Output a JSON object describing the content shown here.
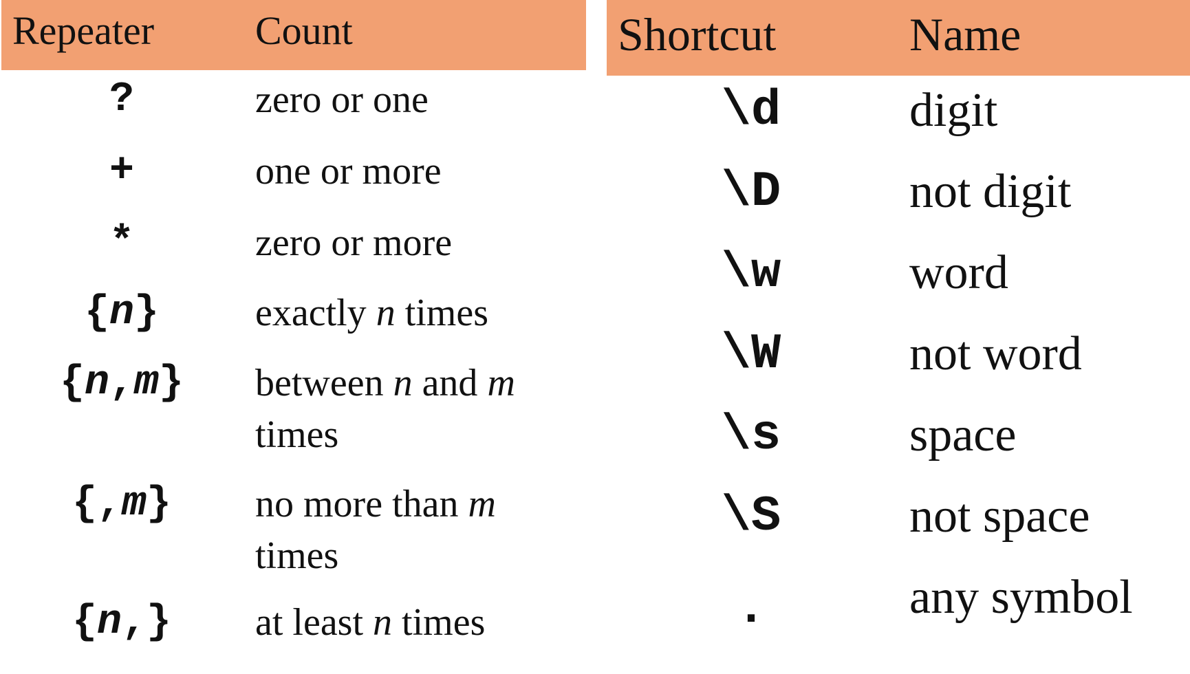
{
  "repeaters": {
    "headers": {
      "symbol": "Repeater",
      "meaning": "Count"
    },
    "rows": [
      {
        "sym_pre": "?",
        "sym_var1": "",
        "sym_mid": "",
        "sym_var2": "",
        "sym_post": "",
        "desc_pre": "zero or one",
        "desc_var1": "",
        "desc_mid": "",
        "desc_var2": "",
        "desc_post": "",
        "desc_line2": ""
      },
      {
        "sym_pre": "+",
        "sym_var1": "",
        "sym_mid": "",
        "sym_var2": "",
        "sym_post": "",
        "desc_pre": "one or more",
        "desc_var1": "",
        "desc_mid": "",
        "desc_var2": "",
        "desc_post": "",
        "desc_line2": ""
      },
      {
        "sym_pre": "*",
        "sym_var1": "",
        "sym_mid": "",
        "sym_var2": "",
        "sym_post": "",
        "desc_pre": "zero or more",
        "desc_var1": "",
        "desc_mid": "",
        "desc_var2": "",
        "desc_post": "",
        "desc_line2": ""
      },
      {
        "sym_pre": "{",
        "sym_var1": "n",
        "sym_mid": "}",
        "sym_var2": "",
        "sym_post": "",
        "desc_pre": "exactly ",
        "desc_var1": "n",
        "desc_mid": " times",
        "desc_var2": "",
        "desc_post": "",
        "desc_line2": ""
      },
      {
        "sym_pre": "{",
        "sym_var1": "n",
        "sym_mid": ",",
        "sym_var2": "m",
        "sym_post": "}",
        "desc_pre": "between ",
        "desc_var1": "n",
        "desc_mid": " and ",
        "desc_var2": "m",
        "desc_post": "",
        "desc_line2": "times"
      },
      {
        "sym_pre": "{,",
        "sym_var1": "m",
        "sym_mid": "}",
        "sym_var2": "",
        "sym_post": "",
        "desc_pre": "no more than ",
        "desc_var1": "m",
        "desc_mid": "",
        "desc_var2": "",
        "desc_post": "",
        "desc_line2": "times"
      },
      {
        "sym_pre": "{",
        "sym_var1": "n",
        "sym_mid": ",}",
        "sym_var2": "",
        "sym_post": "",
        "desc_pre": "at least ",
        "desc_var1": "n",
        "desc_mid": " times",
        "desc_var2": "",
        "desc_post": "",
        "desc_line2": ""
      }
    ]
  },
  "shortcuts": {
    "headers": {
      "symbol": "Shortcut",
      "meaning": "Name"
    },
    "rows": [
      {
        "symbol": "\\d",
        "name": "digit"
      },
      {
        "symbol": "\\D",
        "name": "not digit"
      },
      {
        "symbol": "\\w",
        "name": "word"
      },
      {
        "symbol": "\\W",
        "name": "not word"
      },
      {
        "symbol": "\\s",
        "name": "space"
      },
      {
        "symbol": "\\S",
        "name": "not space"
      },
      {
        "symbol": ".",
        "name": "any symbol"
      }
    ]
  }
}
